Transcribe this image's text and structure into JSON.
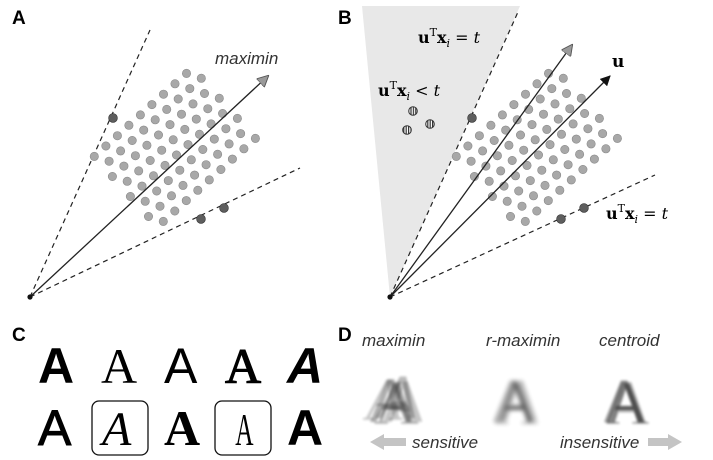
{
  "panels": {
    "A": {
      "label": "A",
      "arrow_label": "maximin"
    },
    "B": {
      "label": "B",
      "constraint_top": {
        "bold": "u",
        "sup": "T",
        "boldx": "x",
        "sub": "i",
        "rest": " = t"
      },
      "constraint_inside": {
        "bold": "u",
        "sup": "T",
        "boldx": "x",
        "sub": "i",
        "rest": " < t"
      },
      "constraint_bottom": {
        "bold": "u",
        "sup": "T",
        "boldx": "x",
        "sub": "i",
        "rest": " = t"
      },
      "vector_label": "u"
    },
    "C": {
      "label": "C",
      "glyph": "A"
    },
    "D": {
      "label": "D",
      "column_labels": [
        "maximin",
        "r-maximin",
        "centroid"
      ],
      "left_arrow_label": "sensitive",
      "right_arrow_label": "insensitive",
      "glyph": "A"
    }
  },
  "colors": {
    "point_fill": "#a8a8a8",
    "point_stroke": "#8a8a8a",
    "support_point_fill": "#5e5e5e",
    "shaded_region": "#e8e8e8",
    "arrow_gray": "#999999",
    "hint_arrow": "#c4c4c4"
  }
}
